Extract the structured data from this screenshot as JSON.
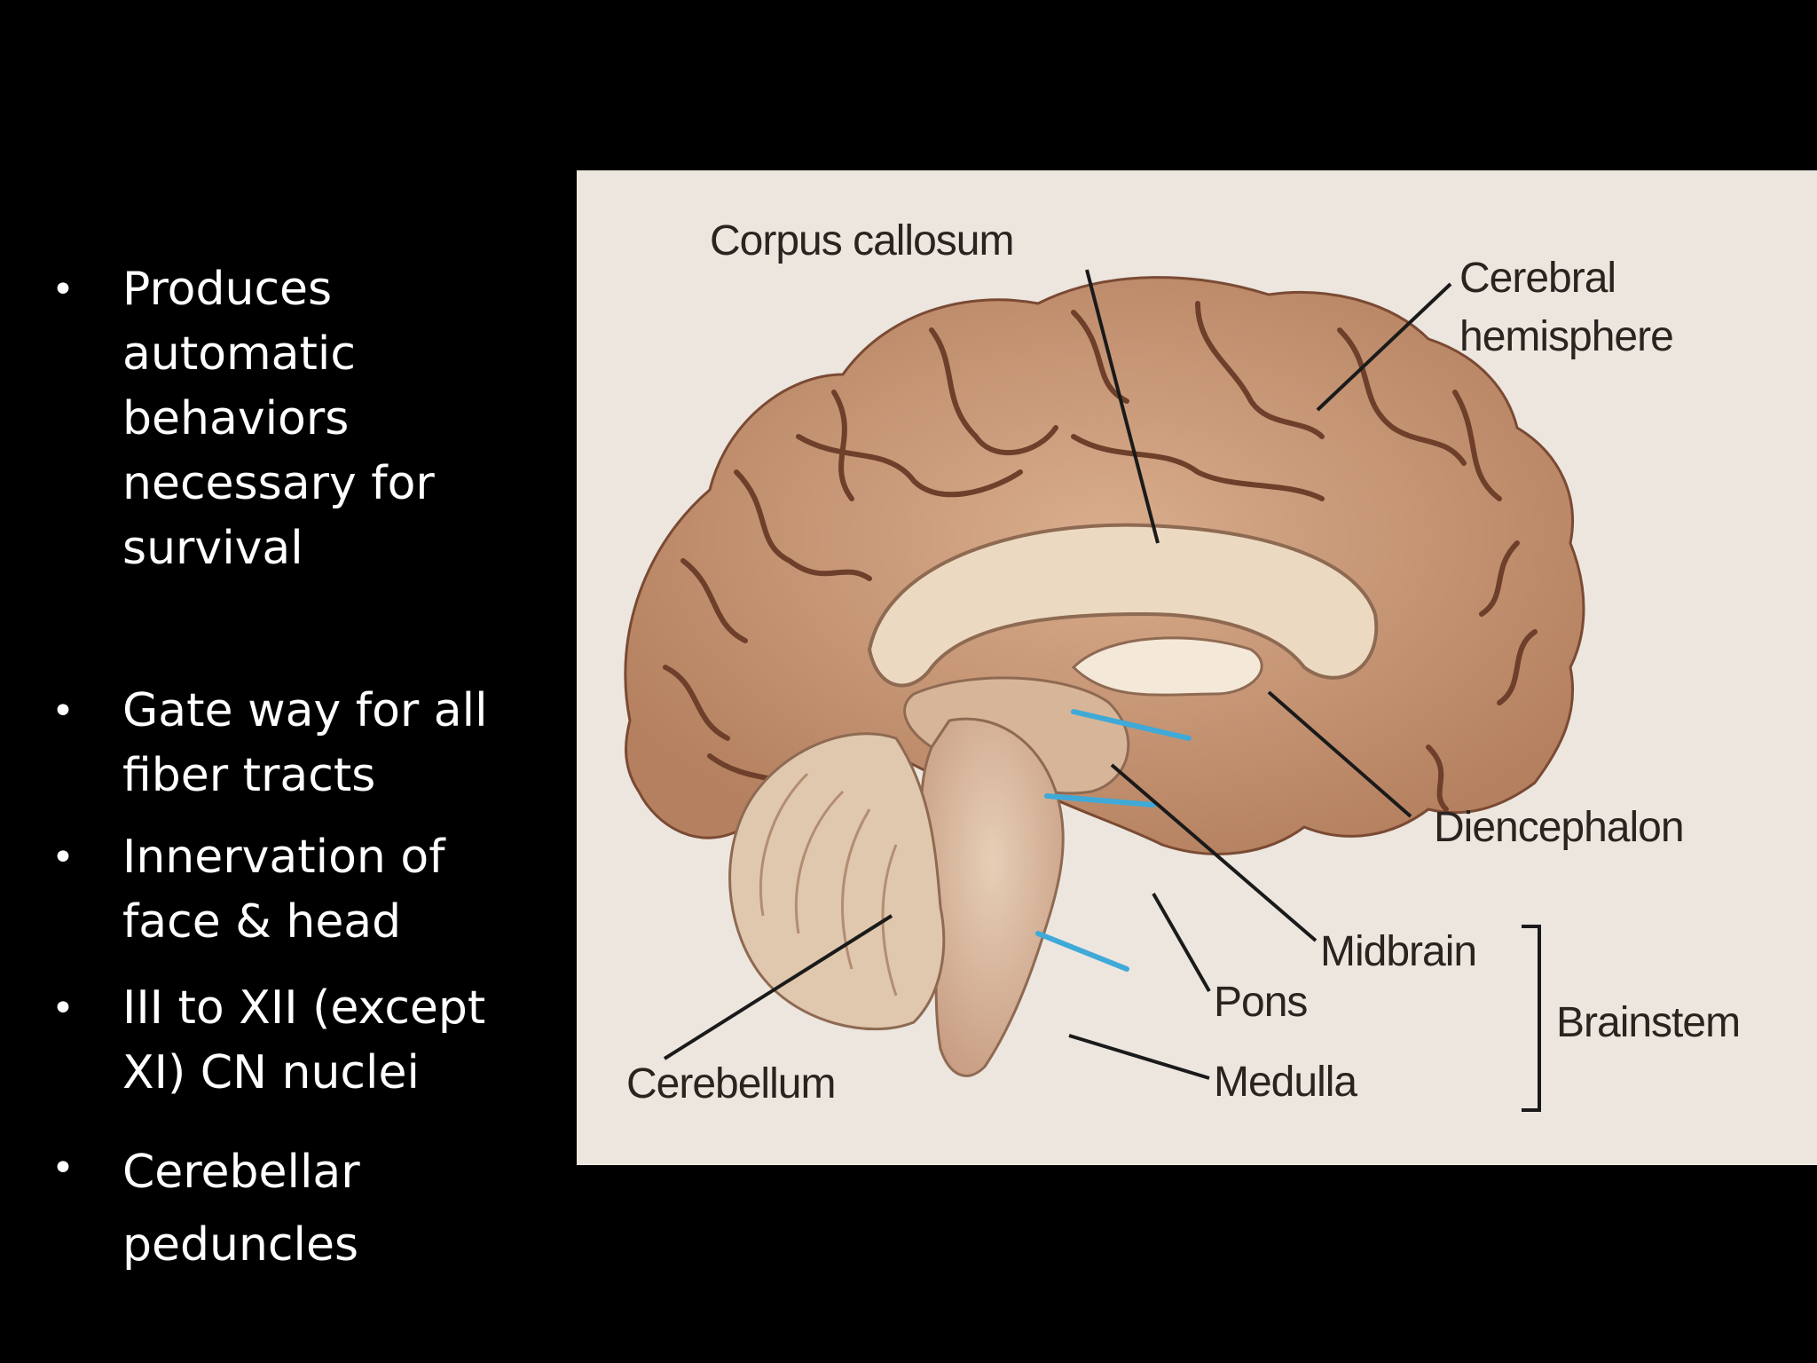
{
  "bullets": [
    "Produces automatic behaviors necessary for survival",
    "Gate way for all fiber tracts",
    "Innervation of face & head",
    "III to XII (except XI) CN nuclei",
    "Cerebellar peduncles"
  ],
  "bullet_symbol": "•",
  "figure": {
    "labels": {
      "corpus_callosum": "Corpus callosum",
      "cerebral_hemisphere_1": "Cerebral",
      "cerebral_hemisphere_2": "hemisphere",
      "diencephalon": "Diencephalon",
      "midbrain": "Midbrain",
      "pons": "Pons",
      "medulla": "Medulla",
      "cerebellum": "Cerebellum",
      "brainstem": "Brainstem"
    },
    "colors": {
      "background": "#ece6df",
      "brain": "#c99a7a",
      "brain_dark": "#8e5e45",
      "white_matter": "#ead7c0",
      "brainstem": "#dcc3a6",
      "boundary_lines": "#3fa9d8",
      "leader_lines": "#1a1a1a"
    }
  }
}
